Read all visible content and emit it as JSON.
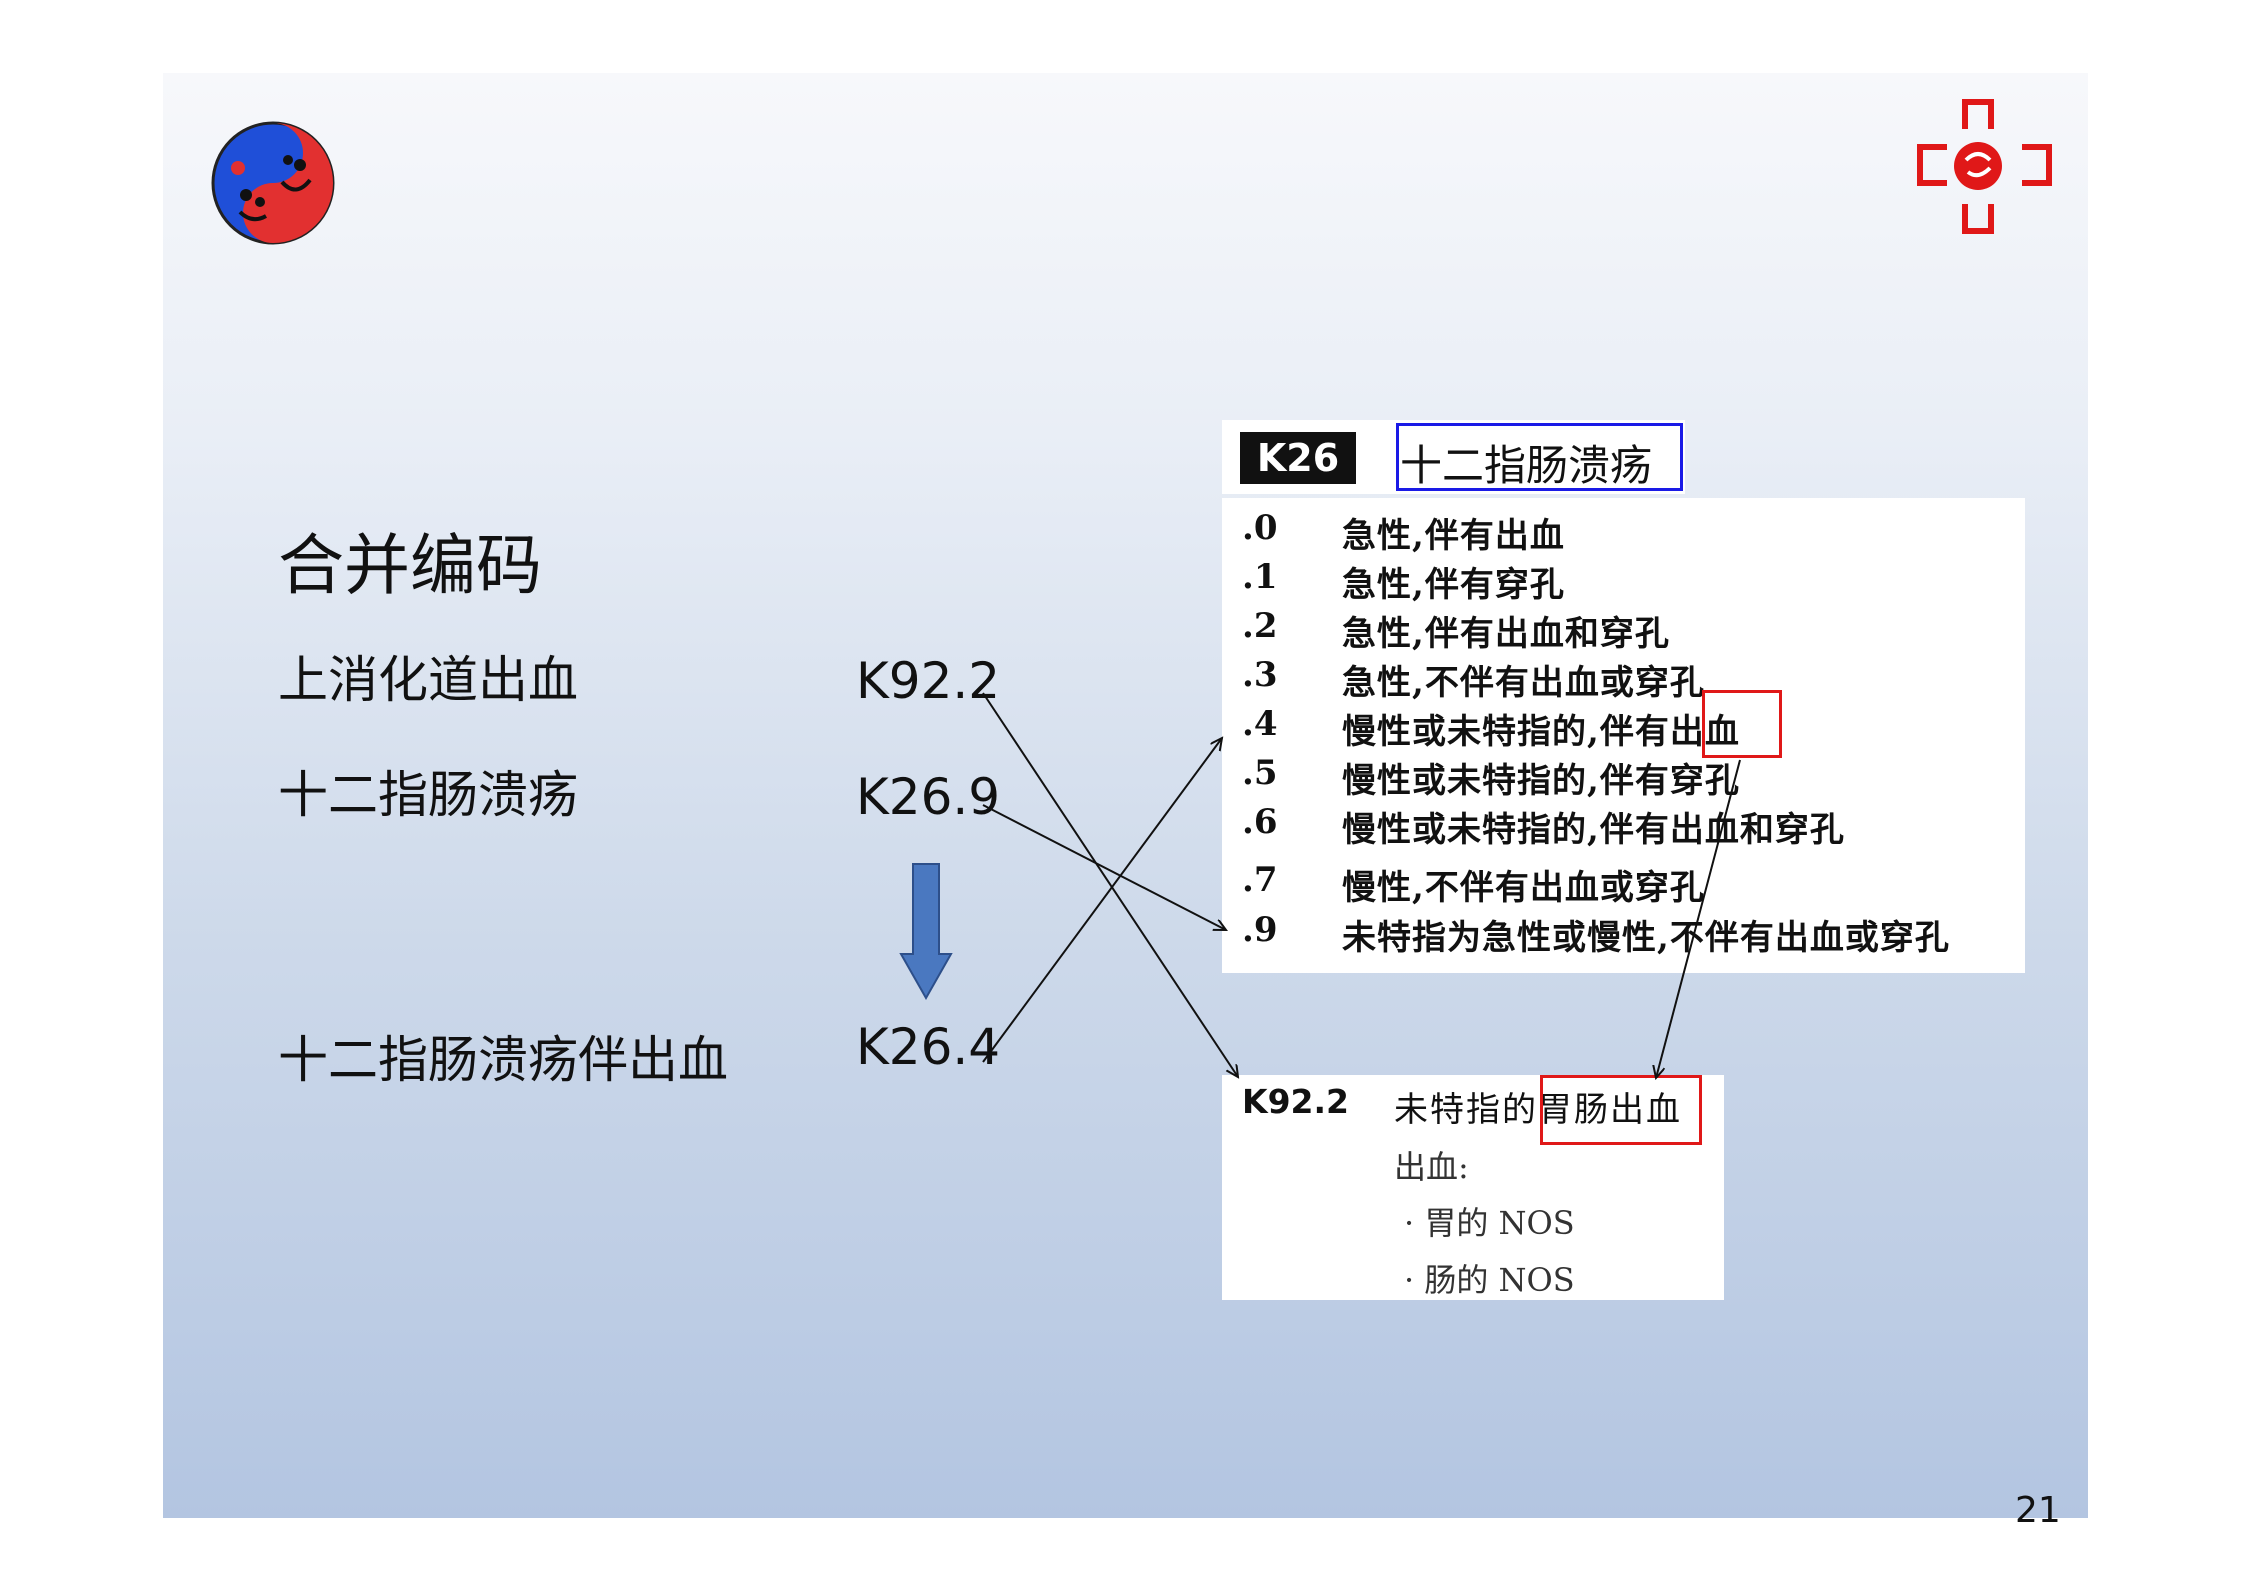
{
  "slide": {
    "title": "合并编码",
    "rows": [
      {
        "label": "上消化道出血",
        "code": "K92.2"
      },
      {
        "label": "十二指肠溃疡",
        "code": "K26.9"
      },
      {
        "label": "十二指肠溃疡伴出血",
        "code": "K26.4"
      }
    ],
    "page_number": "21"
  },
  "k26_panel": {
    "badge": "K26",
    "title": "十二指肠溃疡",
    "items": [
      {
        "num": ".0",
        "text": "急性,伴有出血"
      },
      {
        "num": ".1",
        "text": "急性,伴有穿孔"
      },
      {
        "num": ".2",
        "text": "急性,伴有出血和穿孔"
      },
      {
        "num": ".3",
        "text": "急性,不伴有出血或穿孔"
      },
      {
        "num": ".4",
        "text": "慢性或未特指的,伴有出血"
      },
      {
        "num": ".5",
        "text": "慢性或未特指的,伴有穿孔"
      },
      {
        "num": ".6",
        "text": "慢性或未特指的,伴有出血和穿孔"
      },
      {
        "num": ".7",
        "text": "慢性,不伴有出血或穿孔"
      },
      {
        "num": ".9",
        "text": "未特指为急性或慢性,不伴有出血或穿孔"
      }
    ]
  },
  "k92_panel": {
    "code": "K92.2",
    "title": "未特指的胃肠出血",
    "sub_heading": "出血:",
    "sub_items": [
      "· 胃的 NOS",
      "· 肠的 NOS"
    ]
  },
  "colors": {
    "highlight_blue": "#1a1ae6",
    "highlight_red": "#e01818",
    "arrow_fill": "#4a78c0"
  },
  "icons": [
    "yin-yang-face-logo",
    "red-cross-hospital-logo"
  ]
}
